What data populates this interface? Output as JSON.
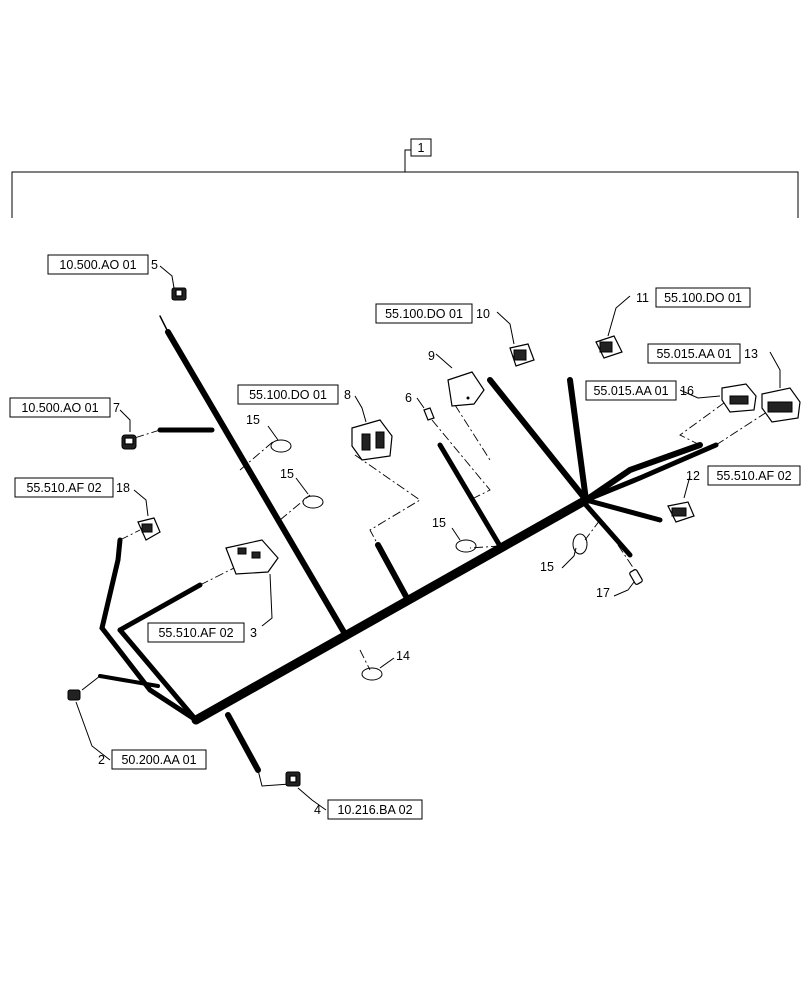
{
  "assembly_callout": "1",
  "callouts": [
    {
      "id": "c5",
      "num": "5",
      "ref": "10.500.AO 01"
    },
    {
      "id": "c7",
      "num": "7",
      "ref": "10.500.AO 01"
    },
    {
      "id": "c18",
      "num": "18",
      "ref": "55.510.AF 02"
    },
    {
      "id": "c3",
      "num": "3",
      "ref": "55.510.AF 02"
    },
    {
      "id": "c8",
      "num": "8",
      "ref": "55.100.DO 01"
    },
    {
      "id": "c10",
      "num": "10",
      "ref": "55.100.DO 01"
    },
    {
      "id": "c11",
      "num": "11",
      "ref": "55.100.DO 01"
    },
    {
      "id": "c13",
      "num": "13",
      "ref": "55.015.AA 01"
    },
    {
      "id": "c16",
      "num": "16",
      "ref": "55.015.AA 01"
    },
    {
      "id": "c12",
      "num": "12",
      "ref": "55.510.AF 02"
    },
    {
      "id": "c2",
      "num": "2",
      "ref": "50.200.AA 01"
    },
    {
      "id": "c4",
      "num": "4",
      "ref": "10.216.BA 02"
    }
  ],
  "plain_labels": [
    {
      "id": "l9",
      "num": "9"
    },
    {
      "id": "l6",
      "num": "6"
    },
    {
      "id": "l15a",
      "num": "15"
    },
    {
      "id": "l15b",
      "num": "15"
    },
    {
      "id": "l15c",
      "num": "15"
    },
    {
      "id": "l15d",
      "num": "15"
    },
    {
      "id": "l14",
      "num": "14"
    },
    {
      "id": "l17",
      "num": "17"
    }
  ]
}
